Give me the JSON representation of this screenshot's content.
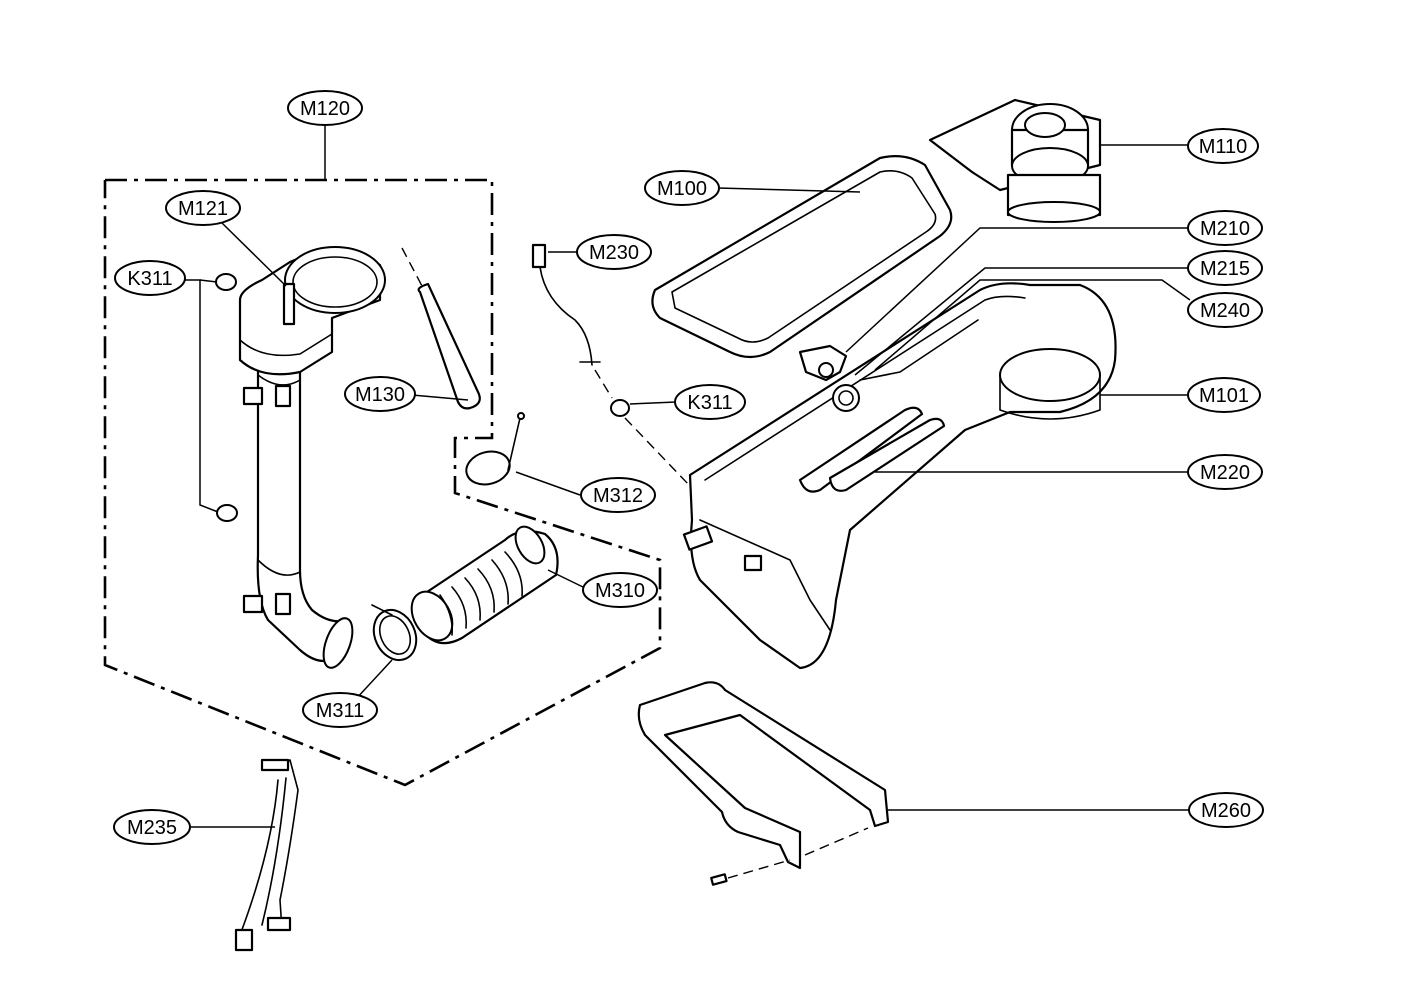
{
  "diagram": {
    "labels": {
      "m120": "M120",
      "m121": "M121",
      "k311_left": "K311",
      "m130": "M130",
      "m230": "M230",
      "k311_right": "K311",
      "m312": "M312",
      "m310": "M310",
      "m311": "M311",
      "m235": "M235",
      "m100": "M100",
      "m110": "M110",
      "m210": "M210",
      "m215": "M215",
      "m240": "M240",
      "m101": "M101",
      "m220": "M220",
      "m260": "M260"
    }
  }
}
